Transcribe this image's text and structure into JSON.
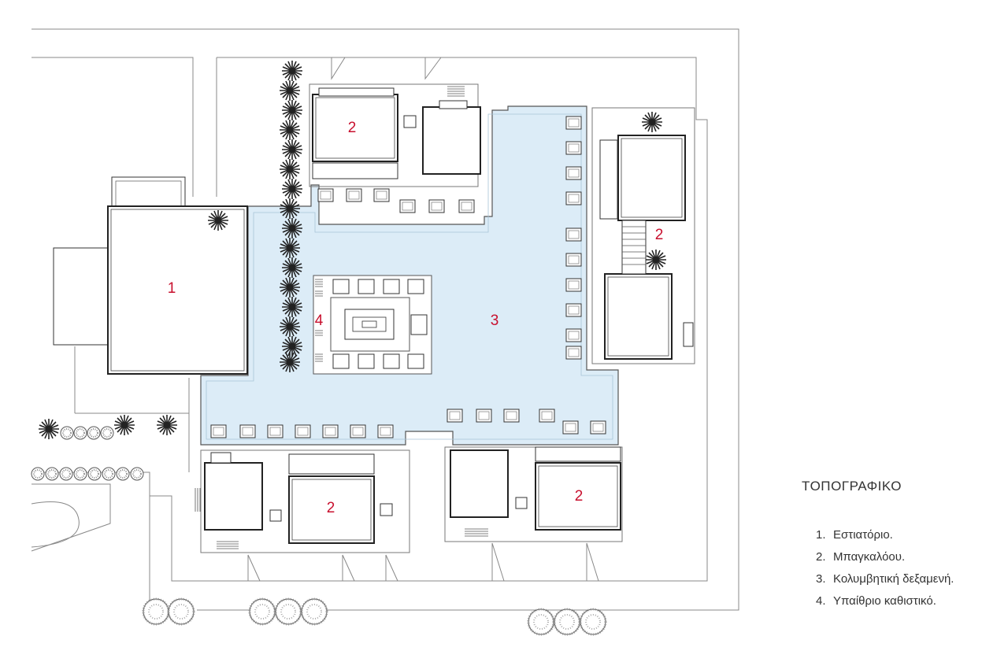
{
  "legend": {
    "title": "ΤΟΠΟΓΡΑΦΙΚΟ",
    "items": [
      {
        "num": "1.",
        "label": "Εστιατόριο."
      },
      {
        "num": "2.",
        "label": "Μπαγκαλόου."
      },
      {
        "num": "3.",
        "label": "Κολυμβητική δεξαμενή."
      },
      {
        "num": "4.",
        "label": "Υπαίθριο καθιστικό."
      }
    ]
  },
  "plan_labels": {
    "restaurant": "1",
    "bungalow_nw": "2",
    "bungalow_e": "2",
    "bungalow_sw": "2",
    "bungalow_se": "2",
    "pool": "3",
    "lounge": "4"
  },
  "colors": {
    "label": "#c8102e",
    "pool": "#dcecf7",
    "line": "#333333",
    "outline": "#888888"
  }
}
